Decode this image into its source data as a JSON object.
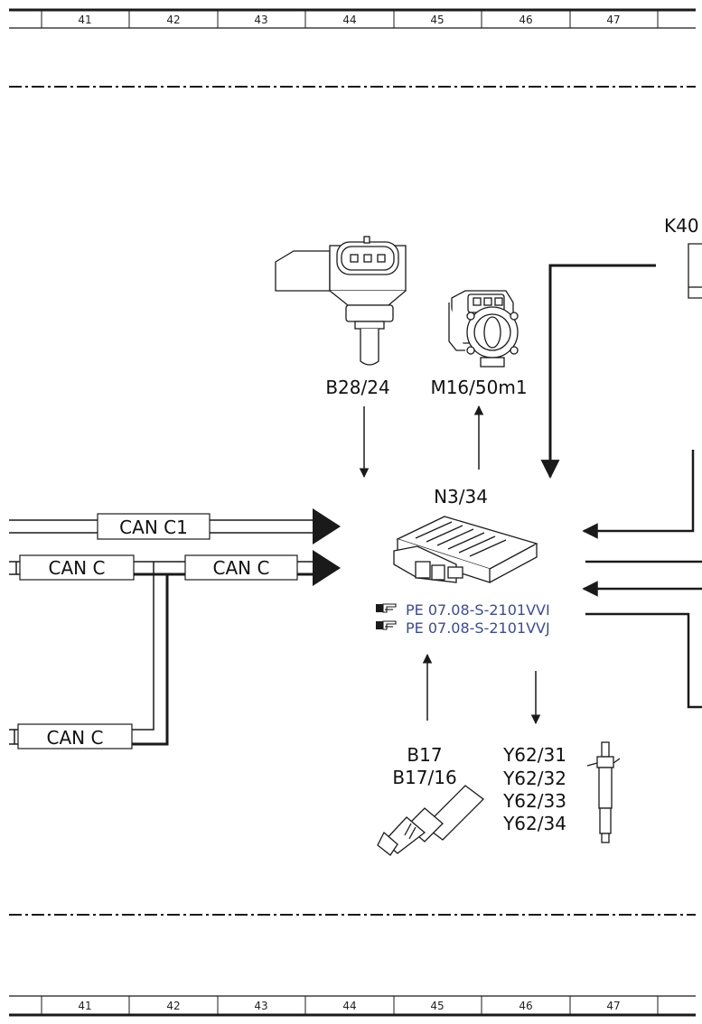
{
  "ruler": {
    "top": [
      "41",
      "42",
      "43",
      "44",
      "45",
      "46",
      "47"
    ],
    "bottom": [
      "41",
      "42",
      "43",
      "44",
      "45",
      "46",
      "47"
    ]
  },
  "components": {
    "ecu": "N3/34",
    "boost_sensor": "B28/24",
    "throttle": "M16/50m1",
    "relay": "K40",
    "temp_sensor_1": "B17",
    "temp_sensor_2": "B17/16",
    "injectors": [
      "Y62/31",
      "Y62/32",
      "Y62/33",
      "Y62/34"
    ]
  },
  "bus_labels": {
    "can_c1": "CAN C1",
    "can_c_left": "CAN C",
    "can_c_mid": "CAN C",
    "can_c_bottom": "CAN C"
  },
  "references": [
    "PE 07.08-S-2101VVI",
    "PE 07.08-S-2101VVJ"
  ],
  "colors": {
    "line": "#1a1a1a",
    "reference": "#3a4aa0"
  }
}
